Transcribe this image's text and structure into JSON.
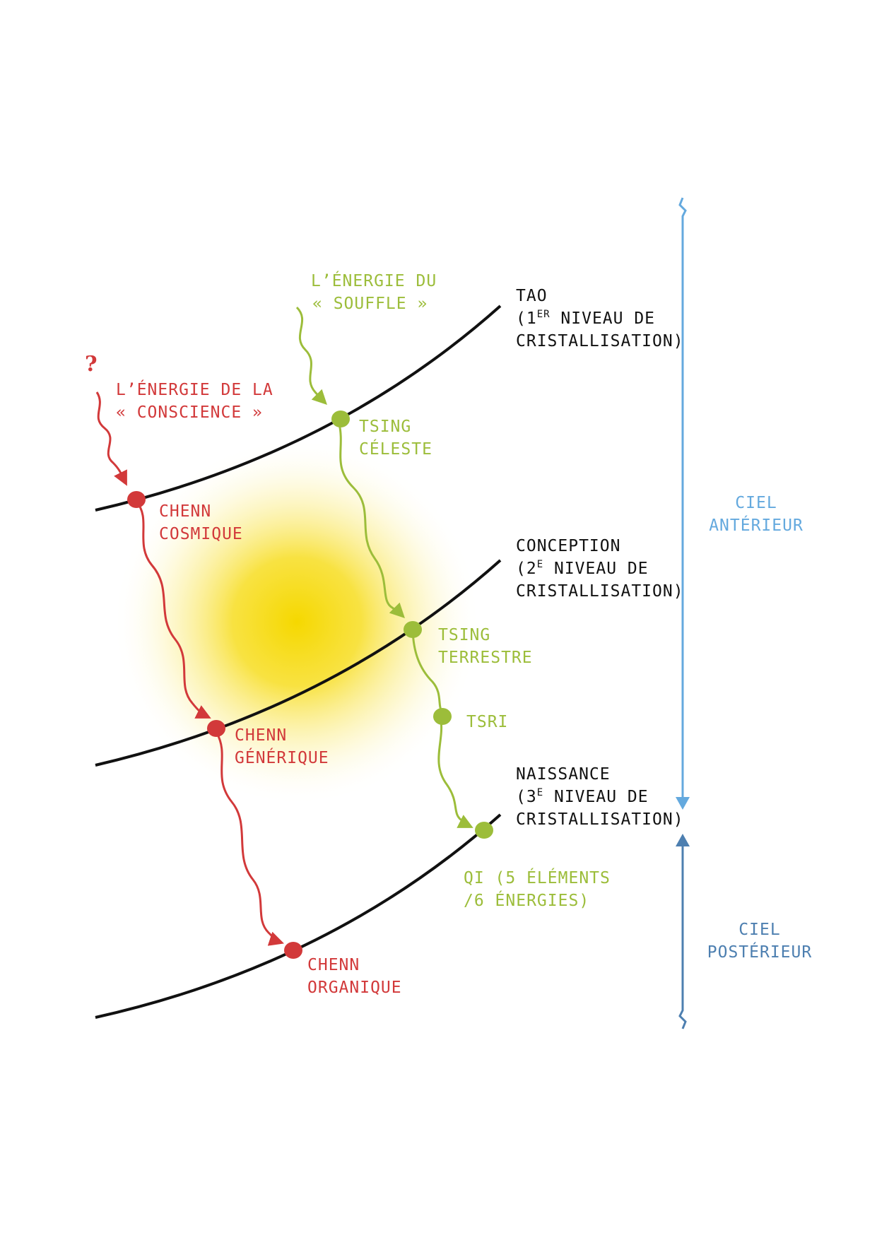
{
  "colors": {
    "red": "#d2393a",
    "green": "#9cbd3a",
    "black": "#111111",
    "blue_light": "#64a9de",
    "blue_dark": "#4d7fb0",
    "glow": "#f5d800"
  },
  "question_mark": "?",
  "sources": {
    "conscience": [
      "L’ÉNERGIE DE LA",
      "« CONSCIENCE »"
    ],
    "souffle": [
      "L’ÉNERGIE DU",
      "« SOUFFLE »"
    ]
  },
  "levels": {
    "tao": {
      "title": "TAO",
      "num": "(1",
      "sup": "ER",
      "rest": " NIVEAU DE",
      "line3": "CRISTALLISATION)"
    },
    "conception": {
      "title": "CONCEPTION",
      "num": "(2",
      "sup": "E",
      "rest": " NIVEAU DE",
      "line3": "CRISTALLISATION)"
    },
    "naissance": {
      "title": "NAISSANCE",
      "num": "(3",
      "sup": "E",
      "rest": " NIVEAU DE",
      "line3": "CRISTALLISATION)"
    }
  },
  "nodes": {
    "chenn_cosmique": [
      "CHENN",
      "COSMIQUE"
    ],
    "chenn_generique": [
      "CHENN",
      "GÉNÉRIQUE"
    ],
    "chenn_organique": [
      "CHENN",
      "ORGANIQUE"
    ],
    "tsing_celeste": [
      "TSING",
      "CÉLESTE"
    ],
    "tsing_terrestre": [
      "TSING",
      "TERRESTRE"
    ],
    "tsri": "TSRI",
    "qi": [
      "QI (5 ÉLÉMENTS",
      "/6 ÉNERGIES)"
    ]
  },
  "sky": {
    "anterieur": [
      "CIEL",
      "ANTÉRIEUR"
    ],
    "posterieur": [
      "CIEL",
      "POSTÉRIEUR"
    ]
  }
}
